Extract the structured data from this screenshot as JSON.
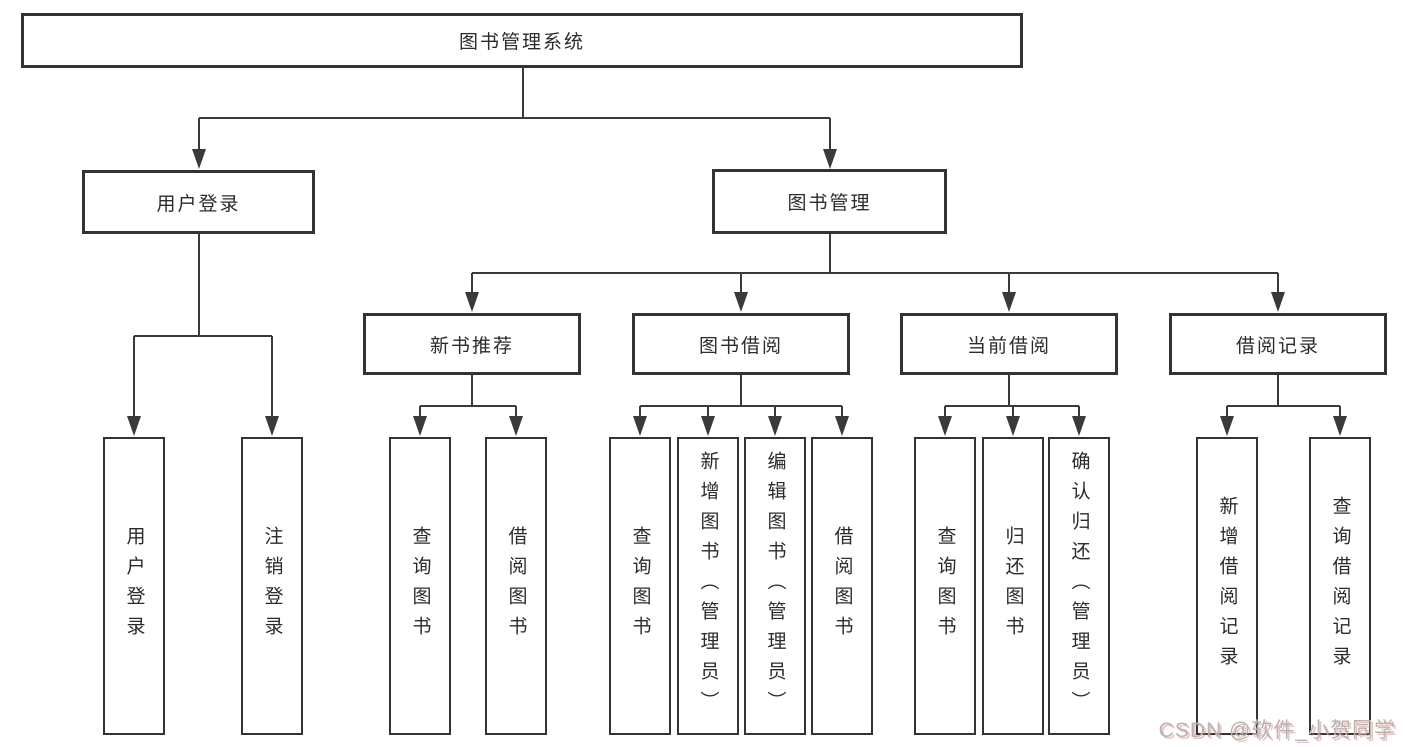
{
  "diagram": {
    "root": "图书管理系统",
    "user_branch": {
      "label": "用户登录",
      "children": [
        "用户登录",
        "注销登录"
      ]
    },
    "book_branch": {
      "label": "图书管理",
      "groups": [
        {
          "label": "新书推荐",
          "children": [
            "查询图书",
            "借阅图书"
          ]
        },
        {
          "label": "图书借阅",
          "children": [
            "查询图书",
            "新增图书（管理员）",
            "编辑图书（管理员）",
            "借阅图书"
          ]
        },
        {
          "label": "当前借阅",
          "children": [
            "查询图书",
            "归还图书",
            "确认归还（管理员）"
          ]
        },
        {
          "label": "借阅记录",
          "children": [
            "新增借阅记录",
            "查询借阅记录"
          ]
        }
      ]
    }
  },
  "watermark": {
    "text": "CSDN @软件_小贺同学"
  },
  "colors": {
    "line": "#3a3a3a",
    "box_border": "#333333",
    "box_fill": "#ffffff",
    "text": "#2b2b2b",
    "watermark_gray": "#b5b5b5"
  }
}
